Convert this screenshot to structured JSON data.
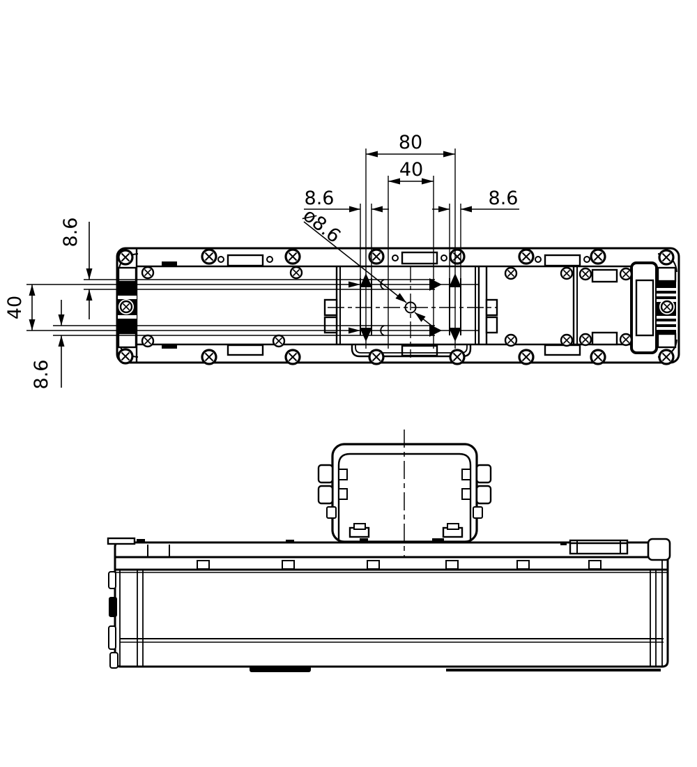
{
  "drawing": {
    "type": "engineering-drawing",
    "views": [
      "plan-view",
      "front-view"
    ],
    "line_color": "#000000",
    "background": "#ffffff",
    "labels": {
      "width_outer": "80",
      "width_inner": "40",
      "offset_top_left": "8.6",
      "offset_top_right": "8.6",
      "hole_diameter": "ø8.6",
      "side_top": "8.6",
      "side_middle": "40",
      "side_bottom": "8.6"
    }
  }
}
